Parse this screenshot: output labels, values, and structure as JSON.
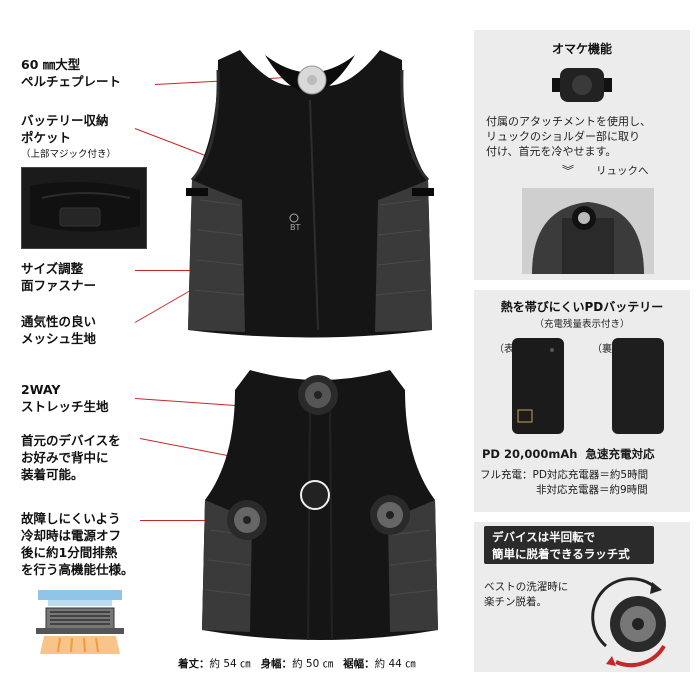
{
  "labels": {
    "peltier": [
      "60 ㎜大型",
      "ペルチェプレート"
    ],
    "battery_pocket": [
      "バッテリー収納",
      "ポケット"
    ],
    "battery_pocket_note": "（上部マジック付き）",
    "zipper": [
      "サイズ調整",
      "面ファスナー"
    ],
    "mesh": [
      "通気性の良い",
      "メッシュ生地"
    ],
    "stretch": [
      "2WAY",
      "ストレッチ生地"
    ],
    "device": [
      "首元のデバイスを",
      "お好みで背中に",
      "装着可能。"
    ],
    "cooldown": [
      "故障しにくいよう",
      "冷却時は電源オフ",
      "後に約1分間排熱",
      "を行う高機能仕様。"
    ]
  },
  "bonus": {
    "title": "オマケ機能",
    "text": [
      "付属のアタッチメントを使用し、",
      "リュックのショルダー部に取り",
      "付け、首元を冷やせます。"
    ],
    "arrow_label": "リュックへ"
  },
  "battery": {
    "title": "熱を帯びにくいPDバッテリー",
    "subtitle": "（充電残量表示付き）",
    "front_label": "（表）",
    "back_label": "（裏）",
    "capacity": "PD 20,000mAh",
    "fast_charge": "急速充電対応",
    "full_charge_label": "フル充電：",
    "full_charge_pd": "PD対応充電器＝約5時間",
    "full_charge_non_pd": "非対応充電器＝約9時間"
  },
  "latch": {
    "title_line1": "デバイスは半回転で",
    "title_line2": "簡単に脱着できるラッチ式",
    "text": [
      "ベストの洗濯時に",
      "楽チン脱着。"
    ]
  },
  "measurements": {
    "length_label": "着丈：",
    "length_value": "約 54 ㎝",
    "width_label": "身幅：",
    "width_value": "約 50 ㎝",
    "hem_label": "裾幅：",
    "hem_value": "約 44 ㎝"
  },
  "colors": {
    "accent": "#c62828",
    "panel_bg": "#ececec",
    "vest": "#151515",
    "mesh": "#3a3a3a"
  }
}
